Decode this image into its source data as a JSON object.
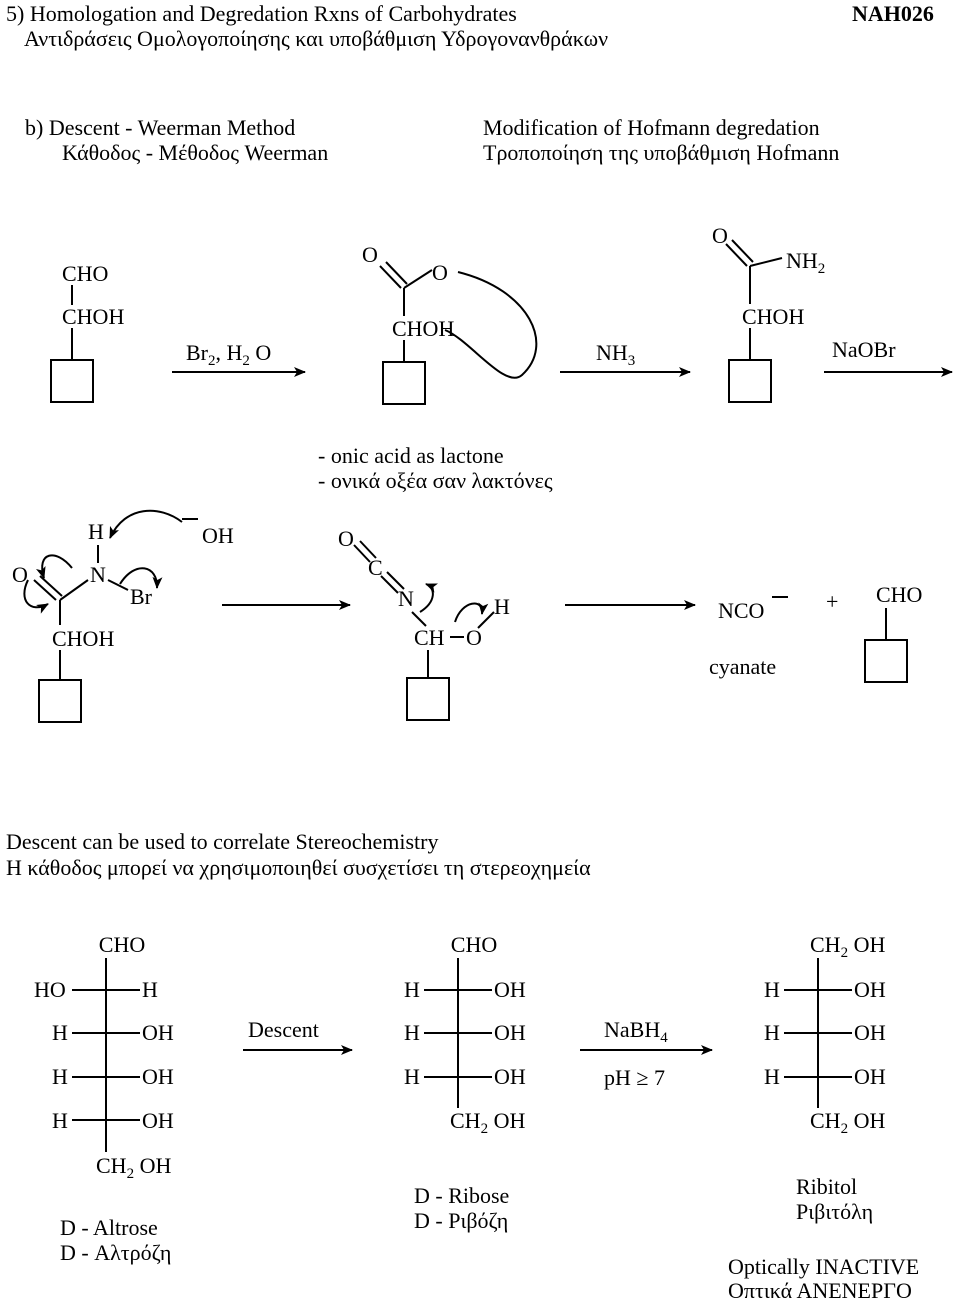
{
  "header": {
    "title_en": "5) Homologation and Degredation Rxns of Carbohydrates",
    "title_gr": "Αντιδράσεις Ομολογοποίησης και υποβάθμιση Υδρογονανθράκων",
    "code": "NAH026"
  },
  "section_b": {
    "left_en": "b) Descent - Weerman Method",
    "left_gr": "Κάθοδος - Μέθοδος Weerman",
    "right_en": "Modification of Hofmann degredation",
    "right_gr": "Τροποποίηση της υποβάθμιση Hofmann"
  },
  "row1": {
    "cho": "CHO",
    "choh": "CHOH",
    "o": "O",
    "reagent1_br": "Br",
    "reagent1_2": "2",
    "reagent1_h": ", H",
    "reagent1_o": "O",
    "nh": "NH",
    "nh3_sub": "3",
    "nh2_sub": "2",
    "naobr": "NaOBr",
    "caption_en": "- onic acid as lactone",
    "caption_gr": "- ονικά οξέα σαν λακτόνες"
  },
  "row2": {
    "h": "H",
    "n": "N",
    "br": "Br",
    "oh_minus": "OH",
    "o": "O",
    "c": "C",
    "ch": "CH",
    "choh": "CHOH",
    "nco": "NCO",
    "plus": "+",
    "cho": "CHO",
    "cyanate": "cyanate"
  },
  "section_stereo": {
    "line_en": "Descent can be used to correlate Stereochemistry",
    "line_gr": "Η κάθοδος μπορεί να χρησιμοποιηθεί συσχετίσει τη στερεοχημεία"
  },
  "fischer": {
    "altrose": {
      "top": "CHO",
      "rows": [
        [
          "HO",
          "H"
        ],
        [
          "H",
          "OH"
        ],
        [
          "H",
          "OH"
        ],
        [
          "H",
          "OH"
        ]
      ],
      "bottom_ch": "CH",
      "bottom_sub": "2",
      "bottom_oh": "OH",
      "name_en": "D - Altrose",
      "name_gr": "D - Αλτρόζη"
    },
    "arrow1": "Descent",
    "ribose": {
      "top": "CHO",
      "rows": [
        [
          "H",
          "OH"
        ],
        [
          "H",
          "OH"
        ],
        [
          "H",
          "OH"
        ]
      ],
      "bottom_ch": "CH",
      "bottom_sub": "2",
      "bottom_oh": "OH",
      "name_en": "D - Ribose",
      "name_gr": "D - Ριβόζη"
    },
    "arrow2_top": "NaBH",
    "arrow2_sub": "4",
    "arrow2_bottom": "pH ≥ 7",
    "ribitol": {
      "top_ch": "CH",
      "top_sub": "2",
      "top_oh": "OH",
      "rows": [
        [
          "H",
          "OH"
        ],
        [
          "H",
          "OH"
        ],
        [
          "H",
          "OH"
        ]
      ],
      "bottom_ch": "CH",
      "bottom_sub": "2",
      "bottom_oh": "OH",
      "name_en": "Ribitol",
      "name_gr": "Ριβιτόλη"
    },
    "inactive_en": "Optically INACTIVE",
    "inactive_gr": "Οπτικά ΑΝΕΝΕΡΓΟ"
  },
  "colors": {
    "ink": "#000000",
    "background": "#ffffff"
  }
}
